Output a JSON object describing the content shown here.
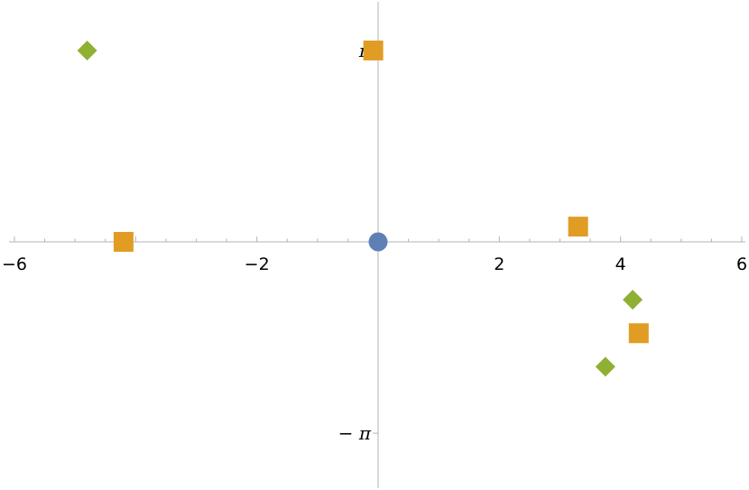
{
  "chart_data": {
    "type": "scatter",
    "xlim": [
      -6,
      6
    ],
    "ylim": [
      -4.0,
      4.0
    ],
    "grid": false,
    "legend": "none",
    "x_ticks": [
      {
        "value": -6,
        "label": "−6"
      },
      {
        "value": -2,
        "label": "−2"
      },
      {
        "value": 2,
        "label": "2"
      },
      {
        "value": 4,
        "label": "4"
      },
      {
        "value": 6,
        "label": "6"
      }
    ],
    "y_ticks": [
      {
        "value": 3.14159,
        "label": "π"
      },
      {
        "value": -3.14159,
        "label": "− π"
      }
    ],
    "series": [
      {
        "marker": "circle",
        "color": "#5e81b5",
        "points": [
          [
            0,
            0
          ]
        ]
      },
      {
        "marker": "square",
        "color": "#e19c24",
        "points": [
          [
            -0.08,
            3.14159
          ],
          [
            -4.2,
            0.0
          ],
          [
            3.3,
            0.25
          ],
          [
            4.3,
            -1.5
          ]
        ]
      },
      {
        "marker": "diamond",
        "color": "#8fb032",
        "points": [
          [
            -4.8,
            3.14159
          ],
          [
            4.2,
            -0.95
          ],
          [
            3.75,
            -2.05
          ]
        ]
      }
    ]
  }
}
